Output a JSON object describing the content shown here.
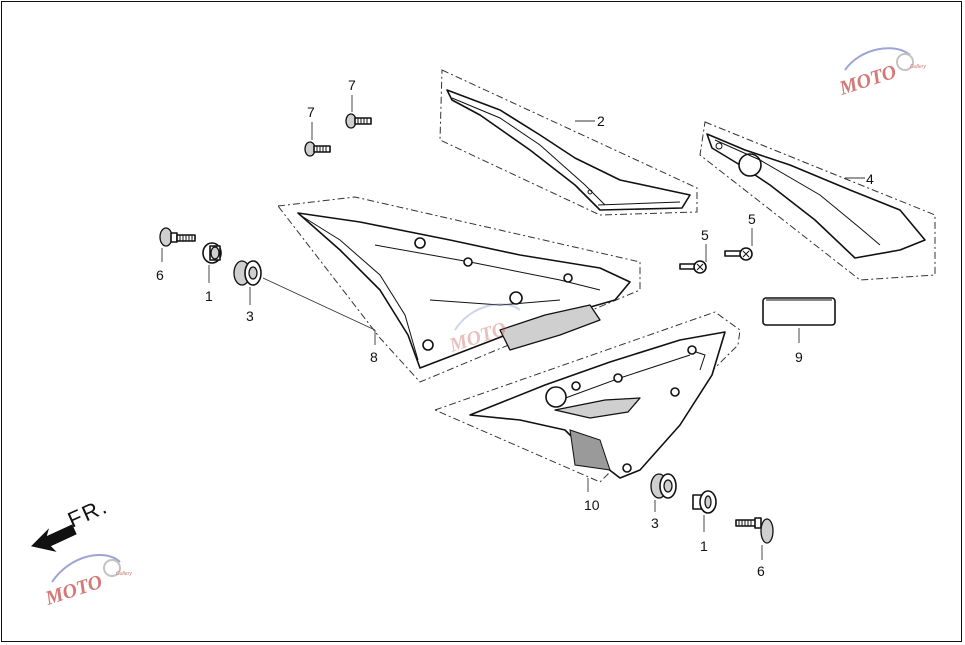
{
  "labels": {
    "p1a": "1",
    "p1b": "1",
    "p2": "2",
    "p3a": "3",
    "p3b": "3",
    "p4": "4",
    "p5a": "5",
    "p5b": "5",
    "p6a": "6",
    "p6b": "6",
    "p7a": "7",
    "p7b": "7",
    "p8": "8",
    "p9": "9",
    "p10": "10"
  },
  "direction": {
    "text": "FR."
  },
  "watermark": {
    "brand": "MOTO",
    "sub": "Gallery"
  }
}
